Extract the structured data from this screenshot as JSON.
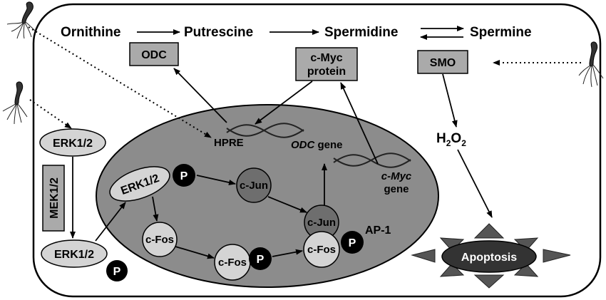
{
  "pathway": {
    "ornithine": "Ornithine",
    "putrescine": "Putrescine",
    "spermidine": "Spermidine",
    "spermine": "Spermine"
  },
  "enzymes": {
    "odc": "ODC",
    "cmyc_protein_line1": "c-Myc",
    "cmyc_protein_line2": "protein",
    "smo": "SMO"
  },
  "h2o2": {
    "h": "H",
    "sub1": "2",
    "o": "O",
    "sub2": "2"
  },
  "nucleus": {
    "hpre": "HPRE",
    "odc_gene_italic": "ODC",
    "odc_gene_suffix": " gene",
    "cmyc_gene_line1": "c-Myc",
    "cmyc_gene_line2": "gene",
    "erk_nuclear": "ERK1/2",
    "cjun_top": "c-Jun",
    "cfos_left": "c-Fos",
    "cfos_mid": "c-Fos",
    "cjun_ap1": "c-Jun",
    "cfos_ap1": "c-Fos",
    "ap1": "AP-1"
  },
  "cytoplasm": {
    "erk_top": "ERK1/2",
    "mek": "MEK1/2",
    "erk_bottom": "ERK1/2"
  },
  "phospho": "P",
  "apoptosis": "Apoptosis",
  "colors": {
    "nucleus": "#8c8c8c",
    "node_light": "#d4d4d4",
    "node_dark": "#6e6e6e",
    "box": "#aaaaaa",
    "phospho": "#000000",
    "apoptosis": "#333333"
  }
}
